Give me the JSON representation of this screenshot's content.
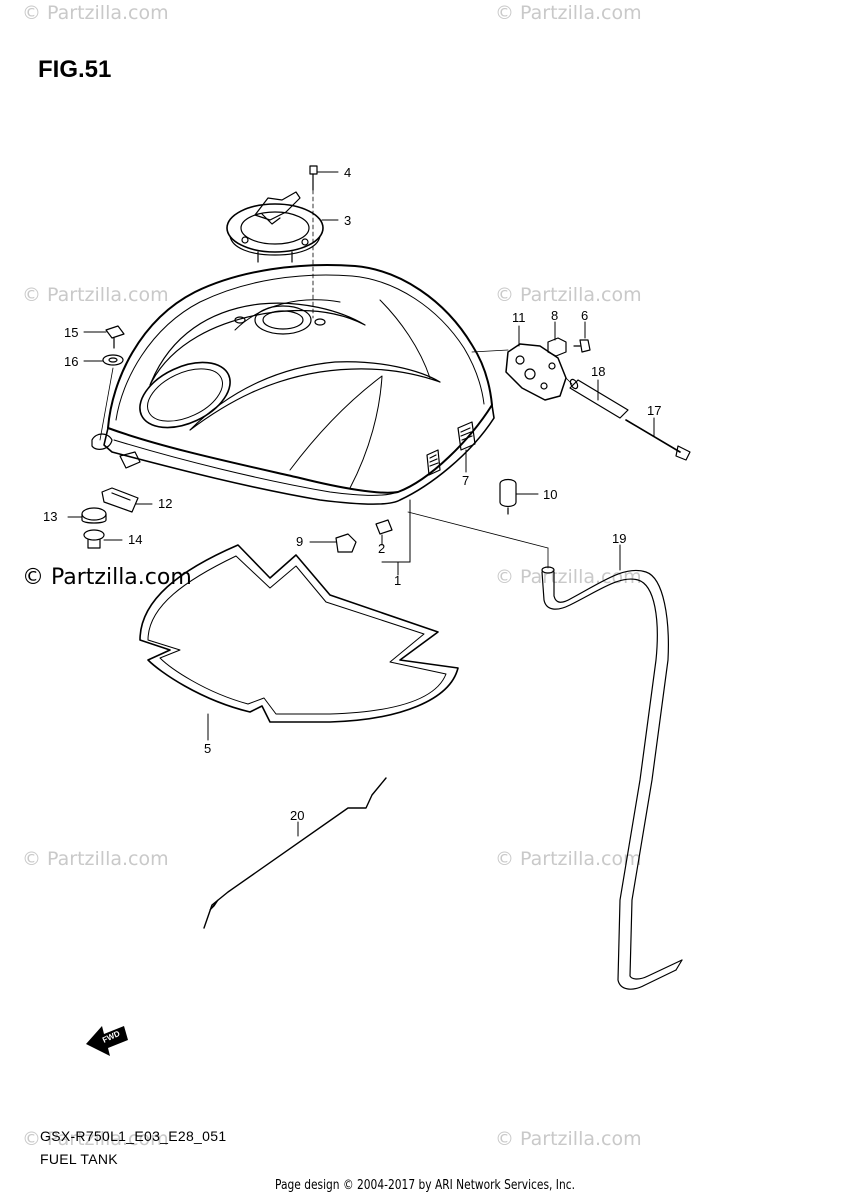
{
  "watermark": {
    "text": "© Partzilla.com",
    "main_text": "© Partzilla.com"
  },
  "figure": {
    "title": "FIG.51",
    "model_code": "GSX-R750L1_E03_E28_051",
    "name": "FUEL TANK"
  },
  "callouts": [
    "1",
    "2",
    "3",
    "4",
    "5",
    "6",
    "7",
    "8",
    "9",
    "10",
    "11",
    "12",
    "13",
    "14",
    "15",
    "16",
    "17",
    "18",
    "19",
    "20"
  ],
  "direction_marker": "FWD",
  "footer": "Page design © 2004-2017 by ARI Network Services, Inc."
}
